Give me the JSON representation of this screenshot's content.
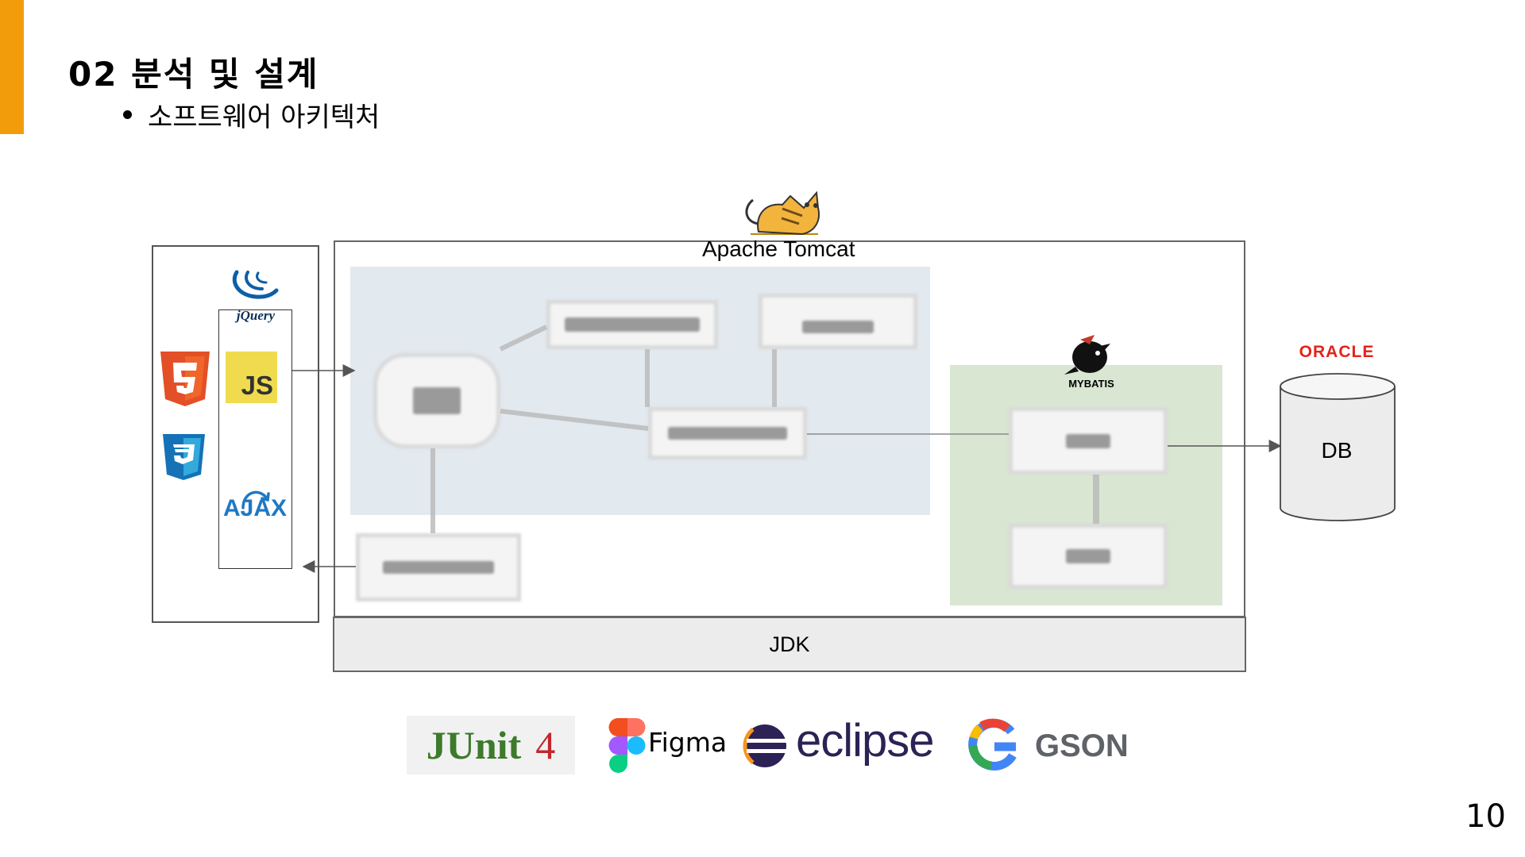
{
  "slide": {
    "title": "02 분석 및 설계",
    "bullet": "소프트웨어 아키텍처",
    "page_number": "10",
    "accent_color": "#f39c0b"
  },
  "diagram": {
    "server_label": "Apache Tomcat",
    "runtime_label": "JDK",
    "database_label": "DB",
    "database_vendor": "ORACLE",
    "orm_label": "MYBATIS",
    "client_tech": {
      "jquery": "jQuery",
      "javascript": "JS",
      "ajax": "AJAX",
      "icons": [
        "html5-icon",
        "css3-icon",
        "jquery-icon",
        "javascript-icon",
        "ajax-icon"
      ]
    },
    "blurred_nodes": 7,
    "colors": {
      "web_area": "#e2e9ef",
      "mybatis_area": "#d9e6d2",
      "jdk_bar": "#ececec",
      "oracle_red": "#e3231b"
    }
  },
  "tools": {
    "junit": {
      "name": "JUnit",
      "version": "4"
    },
    "figma": "Figma",
    "eclipse": "eclipse",
    "gson": "GSON"
  }
}
